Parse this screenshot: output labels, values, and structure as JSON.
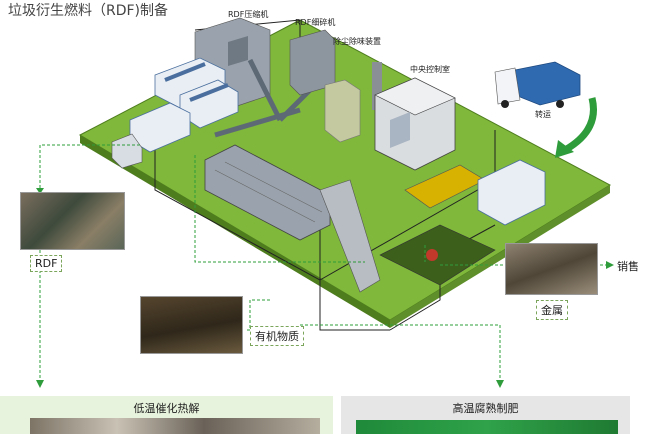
{
  "title": "垃圾衍生燃料（RDF)制备",
  "labels": {
    "compactor": "RDF压缩机",
    "shredder": "RDF细碎机",
    "dust_removal": "除尘除味装置",
    "control_room": "中央控制室",
    "transport": "转运"
  },
  "outputs": {
    "rdf": "RDF",
    "organic": "有机物质",
    "metal": "金属",
    "sales": "销售"
  },
  "panels": {
    "left": "低温催化热解",
    "right": "高温腐熟制肥"
  },
  "colors": {
    "platform_green": "#7fb83a",
    "platform_dark": "#4e7d1e",
    "machine_blue": "#4a6f9e",
    "machine_gray": "#9aa3ad",
    "arrow_green": "#2e9c3a",
    "panel_green": "#e7f3dc",
    "panel_gray": "#e6e6e6"
  }
}
